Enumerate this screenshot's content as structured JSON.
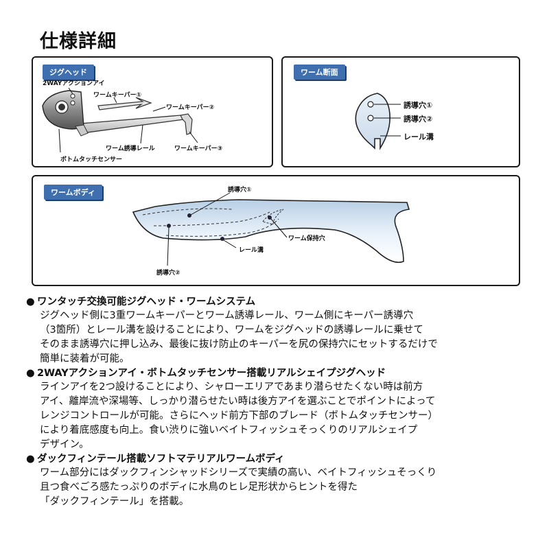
{
  "title": "仕様詳細",
  "panels": {
    "jig": {
      "tag": "ジグヘッド",
      "labels": {
        "action_eye": "2WAYアクションアイ",
        "keeper1": "ワームキーパー①",
        "keeper2": "ワームキーパー②",
        "guide_rail": "ワーム誘導レール",
        "keeper3": "ワームキーパー③",
        "bottom_sensor": "ボトムタッチセンサー"
      }
    },
    "section": {
      "tag": "ワーム断面",
      "labels": {
        "hole1": "誘導穴①",
        "hole2": "誘導穴②",
        "rail_groove": "レール溝"
      }
    },
    "body": {
      "tag": "ワームボディ",
      "labels": {
        "hole1": "誘導穴①",
        "retain_hole": "ワーム保持穴",
        "rail_groove": "レール溝",
        "hole2": "誘導穴②"
      }
    }
  },
  "sections": [
    {
      "bullet": "●",
      "heading": "ワンタッチ交換可能ジグヘッド・ワームシステム",
      "lines": [
        "ジグヘッド側に3重ワームキーパーとワーム誘導レール、ワーム側にキーパー誘導穴",
        "（3箇所）とレール溝を設けることにより、ワームをジグヘッドの誘導レールに乗せて",
        "そのまま誘導穴に押し込み、最後に抜け防止のキーパーを尻の保持穴にセットするだけで",
        "簡単に装着が可能。"
      ]
    },
    {
      "bullet": "●",
      "heading": "2WAYアクションアイ・ボトムタッチセンサー搭載リアルシェイプジグヘッド",
      "lines": [
        "ラインアイを2つ設けることにより、シャローエリアであまり潜らせたくない時は前方",
        "アイ、離岸流や深場等、しっかり潜らせたい時は後方アイを選ぶことでポイントによって",
        "レンジコントロールが可能。さらにヘッド前方下部のブレード（ボトムタッチセンサー）",
        "により着底感度も向上。食い渋りに強いベイトフィッシュそっくりのリアルシェイプ",
        "デザイン。"
      ]
    },
    {
      "bullet": "●",
      "heading": "ダックフィンテール搭載ソフトマテリアルワームボディ",
      "lines": [
        "ワーム部分にはダックフィンシャッドシリーズで実績の高い、ベイトフィッシュそっくり",
        "且つ食べごろ感たっぷりのボディに水鳥のヒレ足形状からヒントを得た",
        "「ダックフィンテール」を搭載。"
      ]
    }
  ]
}
